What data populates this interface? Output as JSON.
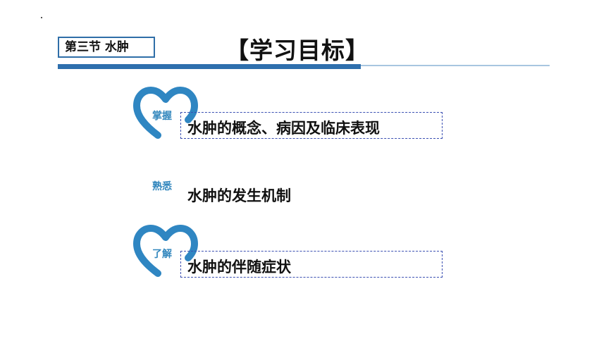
{
  "header": {
    "section_label": "第三节 水肿",
    "title": "【学习目标】"
  },
  "objectives": [
    {
      "level": "掌握",
      "text": "水肿的概念、病因及临床表现",
      "icon": "heart-outline-icon"
    },
    {
      "level": "熟悉",
      "text": "水肿的发生机制"
    },
    {
      "level": "了解",
      "text": "水肿的伴随症状",
      "icon": "heart-outline-icon"
    }
  ],
  "colors": {
    "accent": "#2e6fad",
    "level_text": "#3186bd",
    "heart": "#2f86c2",
    "dashed_border": "#3a4fb2"
  }
}
